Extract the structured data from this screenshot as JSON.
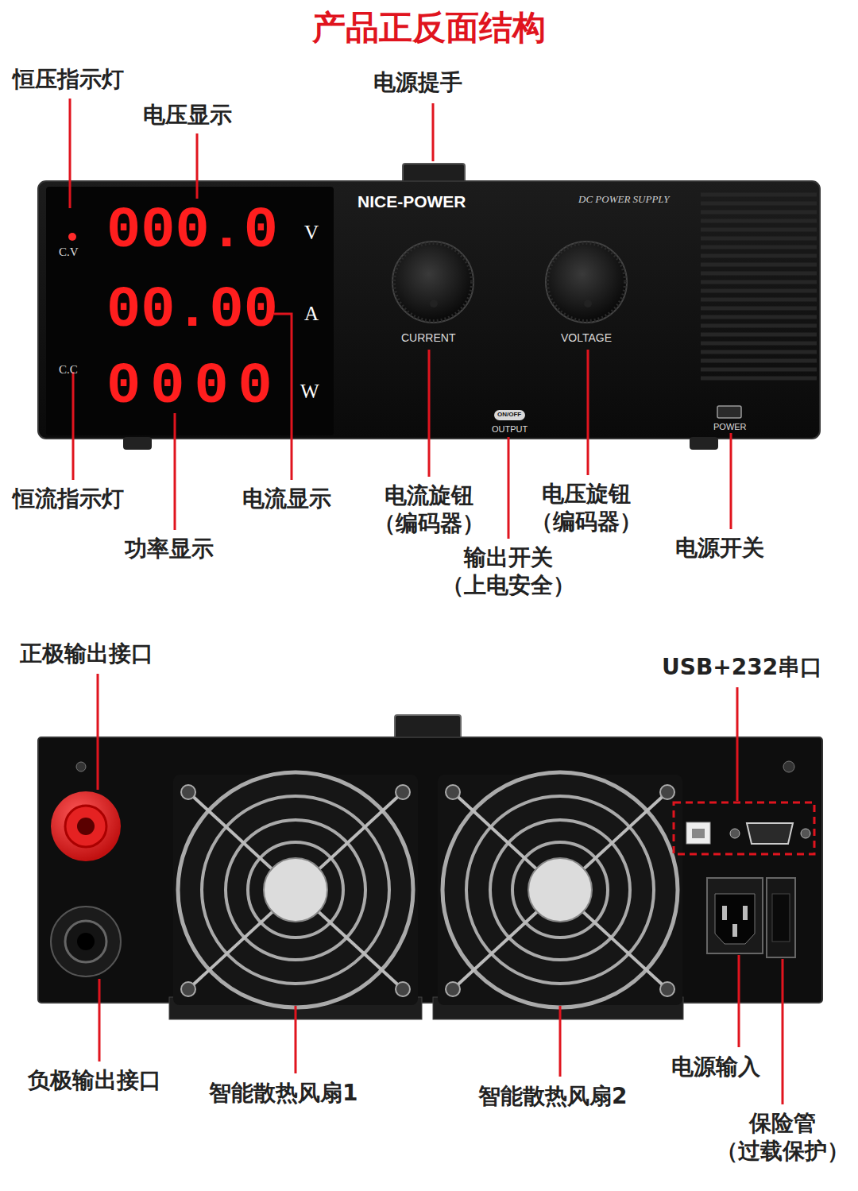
{
  "diagram": {
    "title": "产品正反面结构",
    "nodes": [
      {
        "text": [
          "NICE-POWER",
          "DC POWER SUPPLY",
          "CURRENT",
          "VOLTAGE",
          "OUTPUT",
          "POWER"
        ]
      },
      {
        "text": [
          "C.V",
          "000.0",
          "V",
          "00.00",
          "A",
          "C.C",
          "0000",
          "W"
        ],
        "in": 0
      },
      {
        "text": [
          "ON/OFF"
        ],
        "in": 0
      }
    ],
    "labels": [
      "恒压指示灯",
      "电压显示",
      "电源提手",
      "恒流指示灯",
      "电流显示",
      "电流旋钮 （编码器）",
      "电压旋钮 （编码器）",
      "输出开关 （上电安全）",
      "电源开关",
      "功率显示",
      "正极输出接口",
      "USB+232串口",
      "负极输出接口",
      "智能散热风扇1",
      "智能散热风扇2",
      "电源输入",
      "保险管 （过载保护）"
    ]
  }
}
